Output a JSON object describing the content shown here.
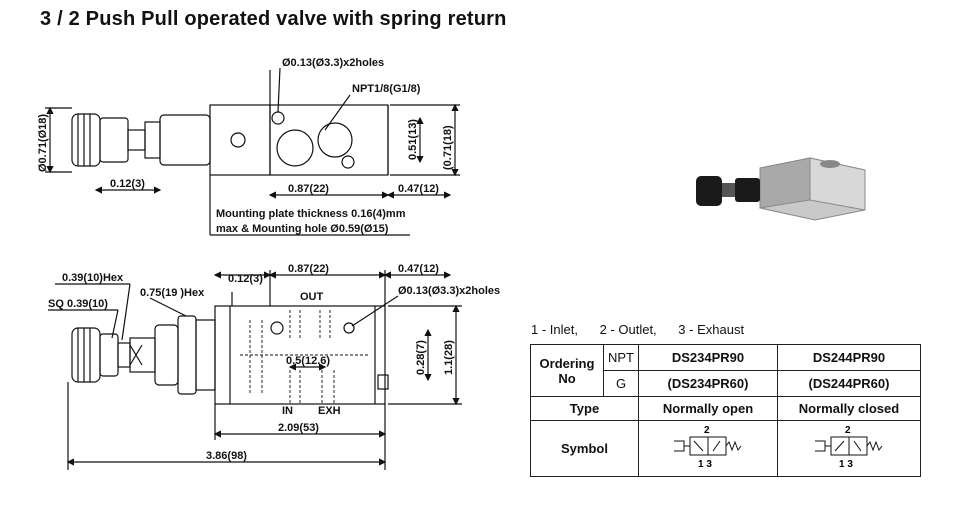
{
  "title": "3 / 2 Push Pull operated valve with spring return",
  "top_view": {
    "holes": "Ø0.13(Ø3.3)x2holes",
    "port": "NPT1/8(G1/8)",
    "dia_left": "Ø0.71(Ø18)",
    "height_inner": "0.51(13)",
    "height_outer": "(0.71(18)",
    "dim_012": "0.12(3)",
    "dim_087": "0.87(22)",
    "dim_047": "0.47(12)",
    "note_line1": "Mounting plate thickness 0.16(4)mm",
    "note_line2": "max & Mounting hole Ø0.59(Ø15)"
  },
  "side_view": {
    "hex_039": "0.39(10)Hex",
    "sq_039": "SQ 0.39(10)",
    "hex_075": "0.75(19 )Hex",
    "dim_012": "0.12(3)",
    "dim_087": "0.87(22)",
    "dim_047": "0.47(12)",
    "holes": "Ø0.13(Ø3.3)x2holes",
    "out_label": "OUT",
    "dim_05": "0.5(12.6)",
    "dim_028": "0.28(7)",
    "dim_11": "1.1(28)",
    "in_label": "IN",
    "exh_label": "EXH",
    "dim_209": "2.09(53)",
    "dim_386": "3.86(98)"
  },
  "port_legend": [
    "1 - Inlet,",
    "2 - Outlet,",
    "3 - Exhaust"
  ],
  "table": {
    "ordering": "Ordering",
    "no": "No",
    "npt": "NPT",
    "g": "G",
    "npt_open": "DS234PR90",
    "npt_closed": "DS244PR90",
    "g_open": "(DS234PR60)",
    "g_closed": "(DS244PR60)",
    "type_label": "Type",
    "type_open": "Normally open",
    "type_closed": "Normally closed",
    "symbol_label": "Symbol",
    "sym_port2": "2",
    "sym_ports13": "1 3"
  },
  "colors": {
    "line": "#111111",
    "body": "#ffffff",
    "photo_body": "#c9c9c9",
    "knob": "#1a1a1a"
  }
}
